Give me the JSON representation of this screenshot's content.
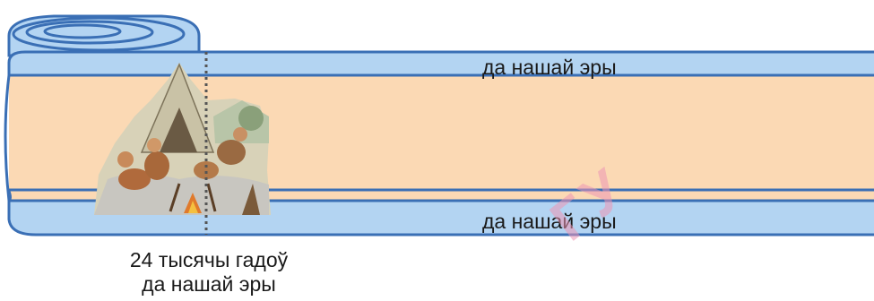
{
  "scroll": {
    "top_band_label": "да нашай эры",
    "bottom_band_label": "да нашай эры"
  },
  "caption": {
    "line1": "24 тысячы гадоў",
    "line2": "да нашай эры"
  },
  "watermark": "ГУ",
  "illustration": "stone-age-camp-scene",
  "colors": {
    "band_fill": "#b3d4f2",
    "band_stroke": "#3a6fb5",
    "parchment": "#fbd9b4",
    "divider": "#555555"
  }
}
